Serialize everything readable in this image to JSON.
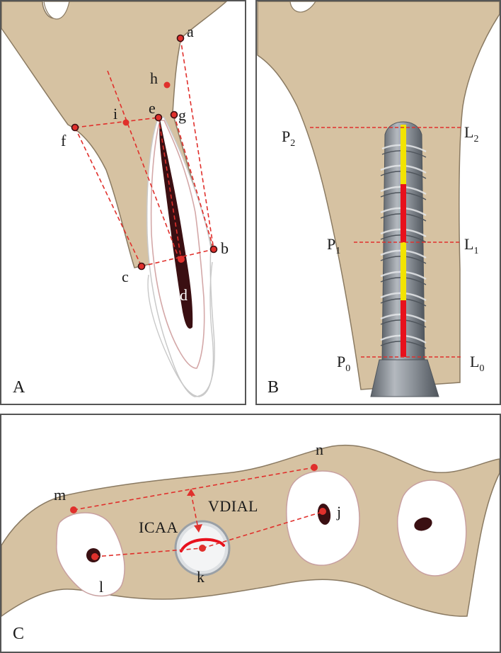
{
  "colors": {
    "bone": "#d6c2a2",
    "bone_outline": "#8a7a62",
    "guide_line": "#e0302c",
    "marker": "#e0302c",
    "canal": "#3a0f12",
    "root_outline": "#d4a8a8",
    "implant": "#8f959c",
    "implant_dark": "#5e646b",
    "segment_yellow": "#f2e400",
    "segment_red": "#e8101c",
    "frame": "#555555"
  },
  "panels": {
    "A": {
      "label": "A",
      "points": {
        "a": "a",
        "b": "b",
        "c": "c",
        "d": "d",
        "e": "e",
        "f": "f",
        "g": "g",
        "h": "h",
        "i": "i"
      }
    },
    "B": {
      "label": "B",
      "levels": [
        {
          "p": "P",
          "p_sub": "2",
          "l": "L",
          "l_sub": "2"
        },
        {
          "p": "P",
          "p_sub": "1",
          "l": "L",
          "l_sub": "1"
        },
        {
          "p": "P",
          "p_sub": "0",
          "l": "L",
          "l_sub": "0"
        }
      ]
    },
    "C": {
      "label": "C",
      "points": {
        "j": "j",
        "k": "k",
        "l": "l",
        "m": "m",
        "n": "n"
      },
      "measurements": {
        "vdial": "VDIAL",
        "icaa": "ICAA"
      }
    }
  }
}
